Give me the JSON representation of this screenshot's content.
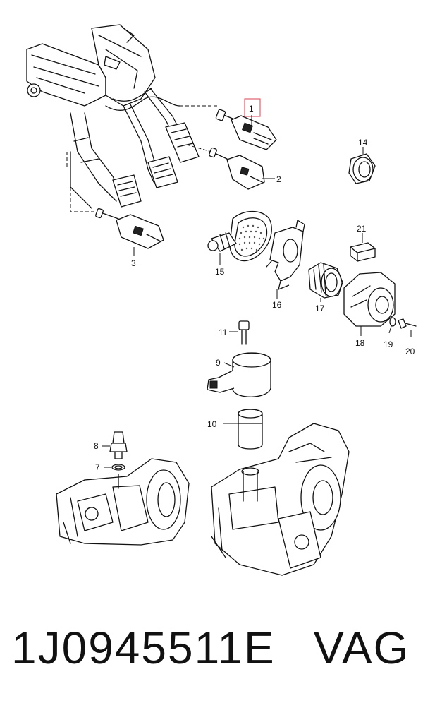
{
  "callouts": {
    "c1": "1",
    "c2": "2",
    "c3": "3",
    "c7": "7",
    "c8": "8",
    "c9": "9",
    "c10": "10",
    "c11": "11",
    "c14": "14",
    "c15": "15",
    "c16": "16",
    "c17": "17",
    "c18": "18",
    "c19": "19",
    "c20": "20",
    "c21": "21"
  },
  "highlight_color": "#e06070",
  "footer": {
    "part_number": "1J0945511E",
    "brand": "VAG"
  }
}
